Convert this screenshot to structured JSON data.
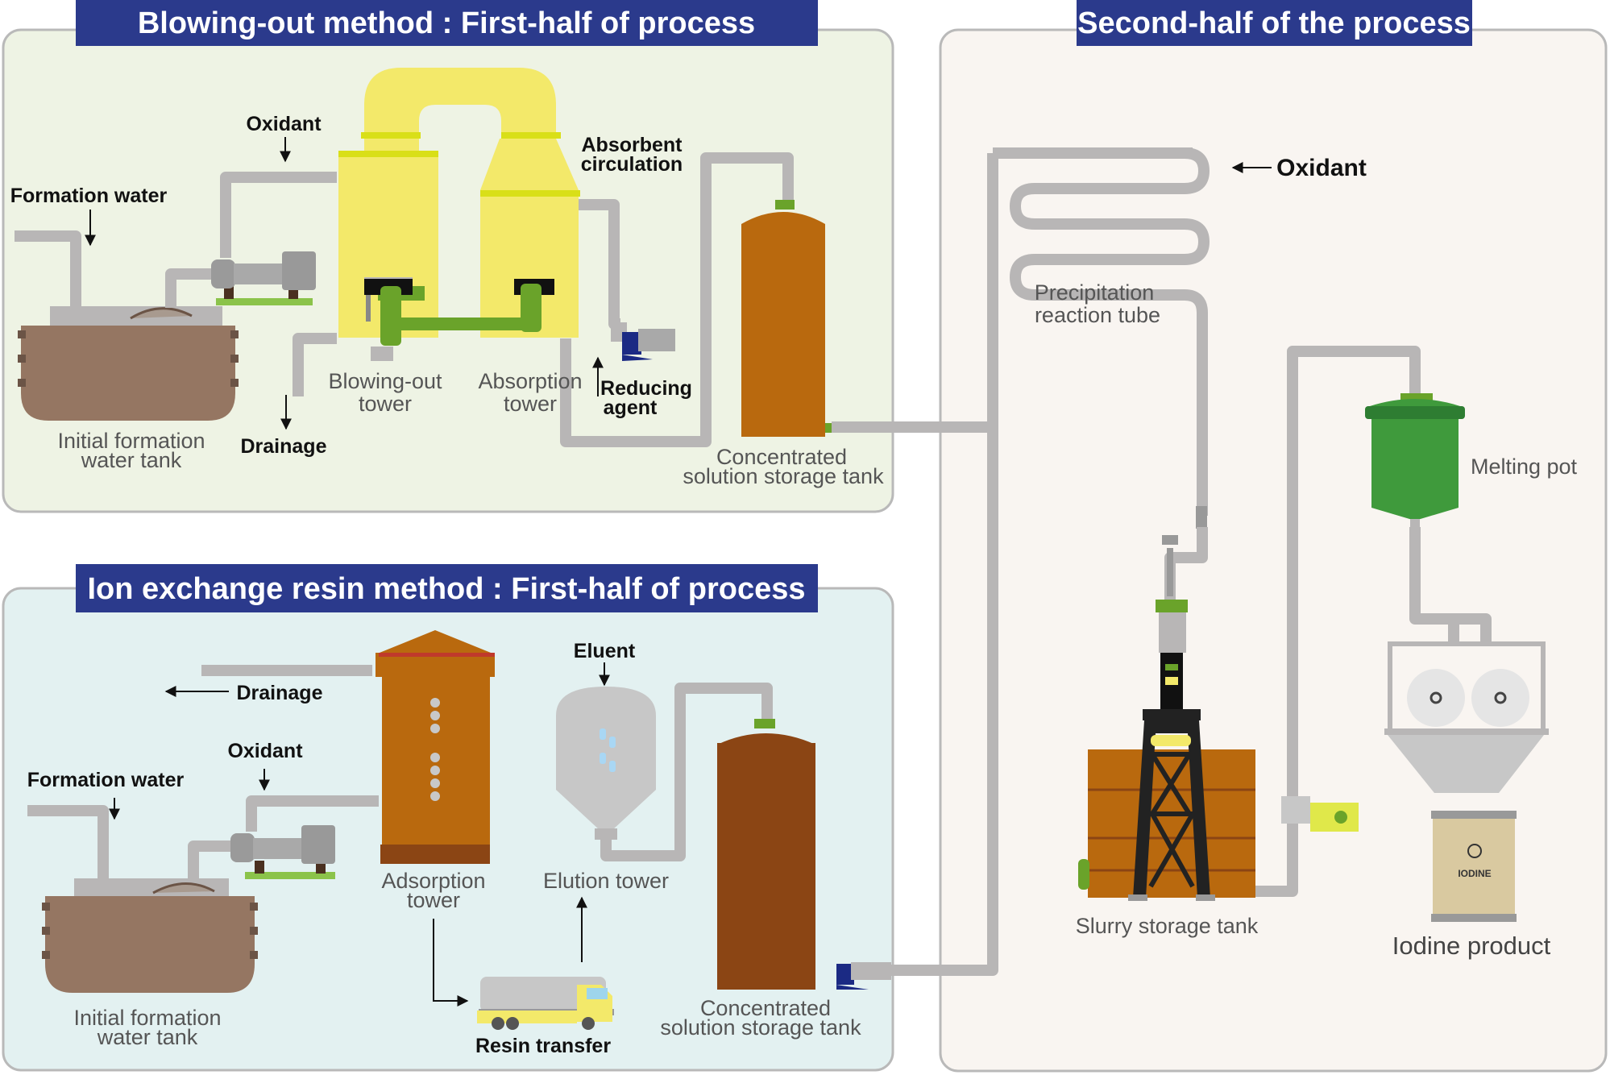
{
  "panels": {
    "blowing_out": {
      "header": "Blowing-out method : First-half of process",
      "formation_water": "Formation water",
      "oxidant": "Oxidant",
      "absorbent_circulation_1": "Absorbent",
      "absorbent_circulation_2": "circulation",
      "initial_tank_1": "Initial formation",
      "initial_tank_2": "water tank",
      "drainage": "Drainage",
      "blowing_tower_1": "Blowing-out",
      "blowing_tower_2": "tower",
      "absorption_tower_1": "Absorption",
      "absorption_tower_2": "tower",
      "reducing_agent_1": "Reducing",
      "reducing_agent_2": "agent",
      "storage_tank_1": "Concentrated",
      "storage_tank_2": "solution storage tank"
    },
    "ion_exchange": {
      "header": "Ion exchange resin method : First-half of process",
      "drainage": "Drainage",
      "formation_water": "Formation water",
      "oxidant": "Oxidant",
      "eluent": "Eluent",
      "adsorption_tower_1": "Adsorption",
      "adsorption_tower_2": "tower",
      "elution_tower": "Elution tower",
      "initial_tank_1": "Initial formation",
      "initial_tank_2": "water tank",
      "resin_transfer": "Resin transfer",
      "storage_tank_1": "Concentrated",
      "storage_tank_2": "solution storage tank"
    },
    "second_half": {
      "header": "Second-half of the process",
      "oxidant": "Oxidant",
      "precipitation_1": "Precipitation",
      "precipitation_2": "reaction tube",
      "melting_pot": "Melting pot",
      "slurry_tank": "Slurry storage tank",
      "iodine_product": "Iodine product",
      "drum_label": "IODINE"
    }
  },
  "colors": {
    "header_bg": "#2b3a8c",
    "panel_top_bg": "#eef3e4",
    "panel_bottom_bg": "#e3f1f1",
    "panel_right_bg": "#f9f5f1",
    "pipe": "#b8b6b6",
    "tower_yellow": "#f3e96a",
    "tank_brown": "#957662",
    "tank_orange": "#b9690e",
    "tank_rust": "#8b4514",
    "pot_green": "#3f9a3c",
    "accent_green": "#6aa32a",
    "pump_blue": "#1b2a84"
  }
}
